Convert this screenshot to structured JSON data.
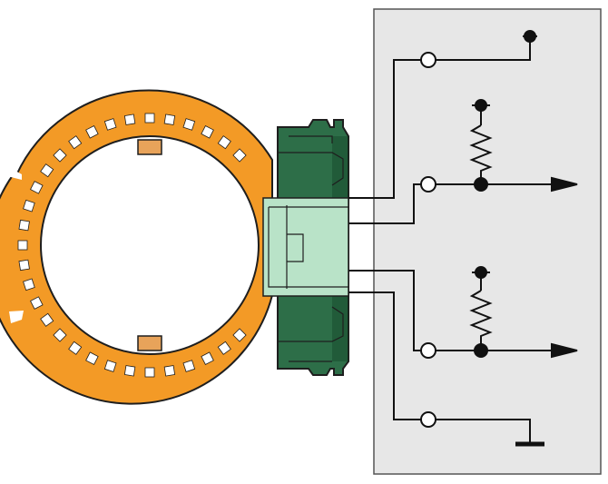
{
  "diagram": {
    "subject": "encoder-ring-sensor-circuit",
    "colors": {
      "ring_orange": "#f39a26",
      "ring_outline": "#1e1e1e",
      "tab_copper": "#e8a35a",
      "connector_dark": "#2d6e48",
      "connector_light": "#b9e3c8",
      "panel_fill": "#e7e7e7",
      "panel_border": "#555555",
      "wire": "#111111",
      "terminal_fill": "#ffffff"
    },
    "circuit": {
      "terminals": 4,
      "pull_up_resistors": 2,
      "outputs": 2,
      "grounds": 1
    }
  }
}
